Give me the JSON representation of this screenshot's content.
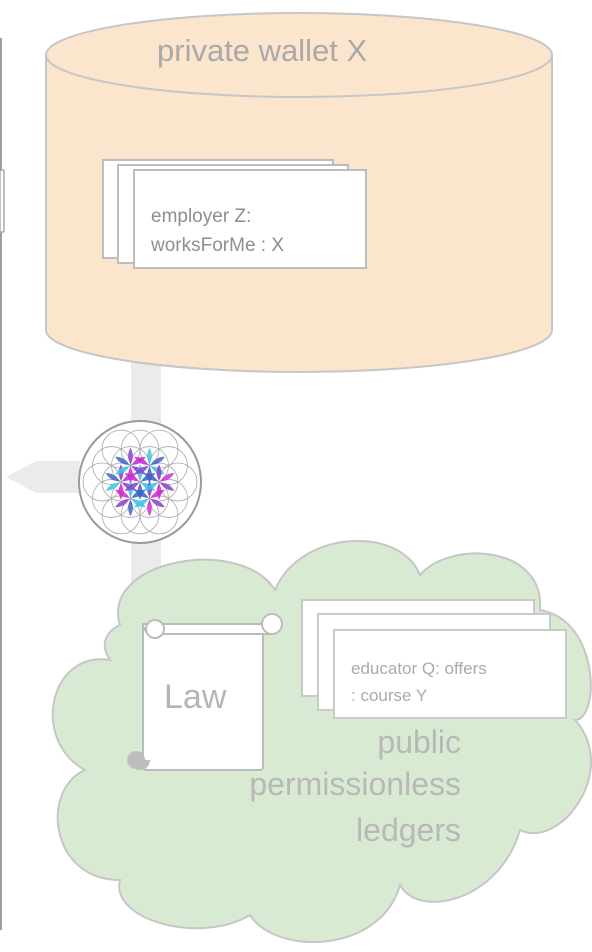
{
  "private_wallet": {
    "title": "private wallet X",
    "credential": {
      "line1": "employer Z:",
      "line2": "worksForMe : X"
    }
  },
  "public_ledgers": {
    "law_label": "Law",
    "credential": {
      "line1": "educator Q: offers",
      "line2": ": course Y"
    },
    "label_lines": [
      "public",
      "permissionless",
      "ledgers"
    ]
  },
  "colors": {
    "wallet_fill": "#fce5cd",
    "cloud_fill": "#d9ead3",
    "connector": "#ebebeb",
    "petal_purple": "#8b3fd0",
    "petal_magenta": "#cc2ed6",
    "petal_cyan": "#3cc7e8",
    "petal_blue": "#3c64c8"
  }
}
